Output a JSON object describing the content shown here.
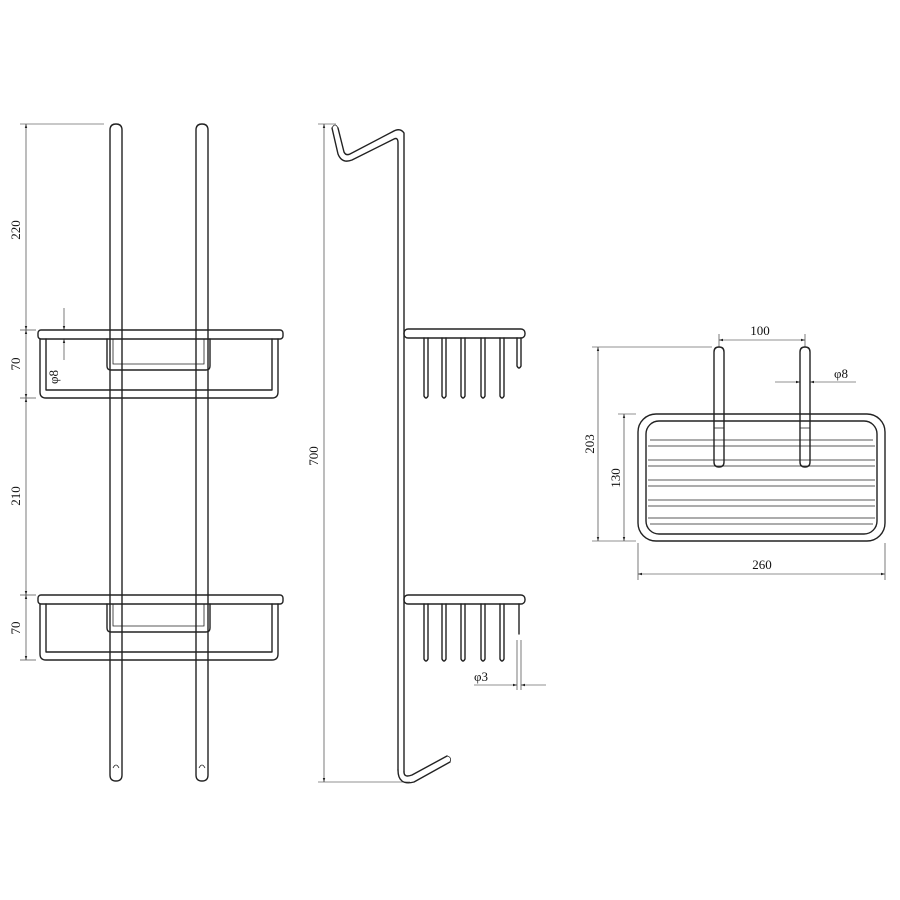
{
  "front_view": {
    "dims": {
      "top_gap": "220",
      "upper_basket_height": "70",
      "rod_diameter": "φ8",
      "basket_spacing": "210",
      "lower_basket_height": "70"
    }
  },
  "side_view": {
    "dims": {
      "total_height": "700",
      "wire_diameter": "φ3"
    }
  },
  "top_view": {
    "dims": {
      "rod_spacing": "100",
      "rod_diameter": "φ8",
      "depth": "203",
      "basket_depth": "130",
      "width": "260"
    }
  },
  "colors": {
    "line": "#222222",
    "background": "#ffffff"
  }
}
